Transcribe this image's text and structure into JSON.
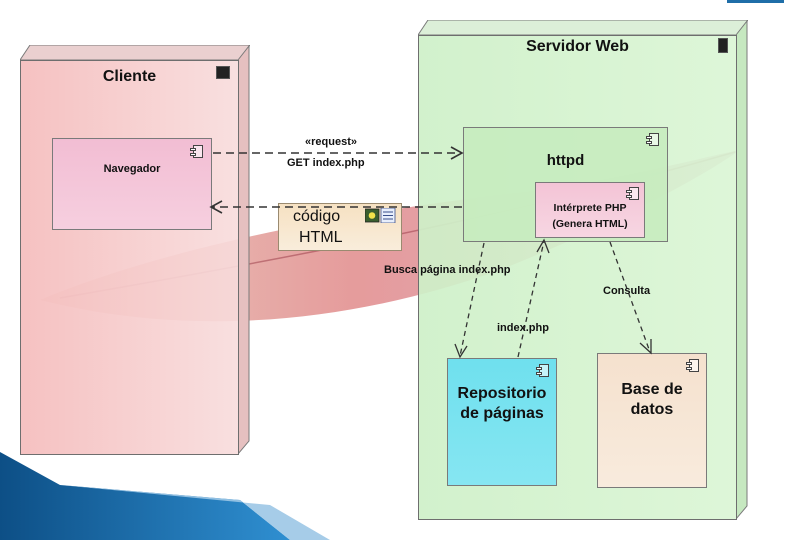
{
  "client_node": {
    "title": "Cliente",
    "icon": "monitor-icon"
  },
  "server_node": {
    "title": "Servidor Web",
    "icon": "server-icon"
  },
  "components": {
    "navegador": "Navegador",
    "httpd": "httpd",
    "interprete_line1": "Intérprete PHP",
    "interprete_line2": "(Genera HTML)",
    "repositorio_line1": "Repositorio",
    "repositorio_line2": "de páginas",
    "base_line1": "Base de",
    "base_line2": "datos"
  },
  "artifact": {
    "line1": "código",
    "line2": "HTML",
    "icon": "html-document-icon"
  },
  "edges": {
    "request_stereotype": "«request»",
    "request_label": "GET index.php",
    "busca_label": "Busca página index.php",
    "index_label": "index.php",
    "consulta_label": "Consulta"
  },
  "colors": {
    "client_fill": "#f6c9c9",
    "server_fill": "#cdeec9",
    "navegador_fill": "#f4c2d6",
    "httpd_fill": "#c9ecc2",
    "repositorio_fill": "#6fe0ee",
    "base_fill": "#f6e4d2",
    "artifact_fill": "#f7e7cc",
    "slide_accent": "#1f6ea8"
  }
}
